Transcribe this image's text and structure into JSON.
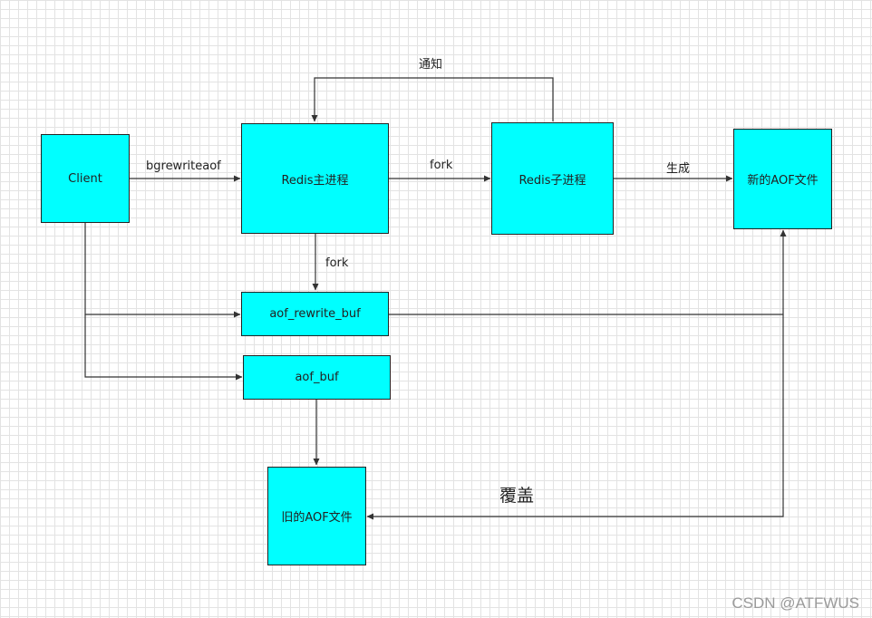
{
  "nodes": {
    "client": "Client",
    "redis_main": "Redis主进程",
    "redis_child": "Redis子进程",
    "new_aof": "新的AOF文件",
    "aof_rewrite_buf": "aof_rewrite_buf",
    "aof_buf": "aof_buf",
    "old_aof": "旧的AOF文件"
  },
  "edges": {
    "bgrewriteaof": "bgrewriteaof",
    "fork_main_child": "fork",
    "fork_main_buf": "fork",
    "generate": "生成",
    "notify": "通知",
    "overwrite": "覆盖"
  },
  "watermark": "CSDN @ATFWUS",
  "colors": {
    "node_fill": "#00ffff",
    "line": "#333333"
  }
}
